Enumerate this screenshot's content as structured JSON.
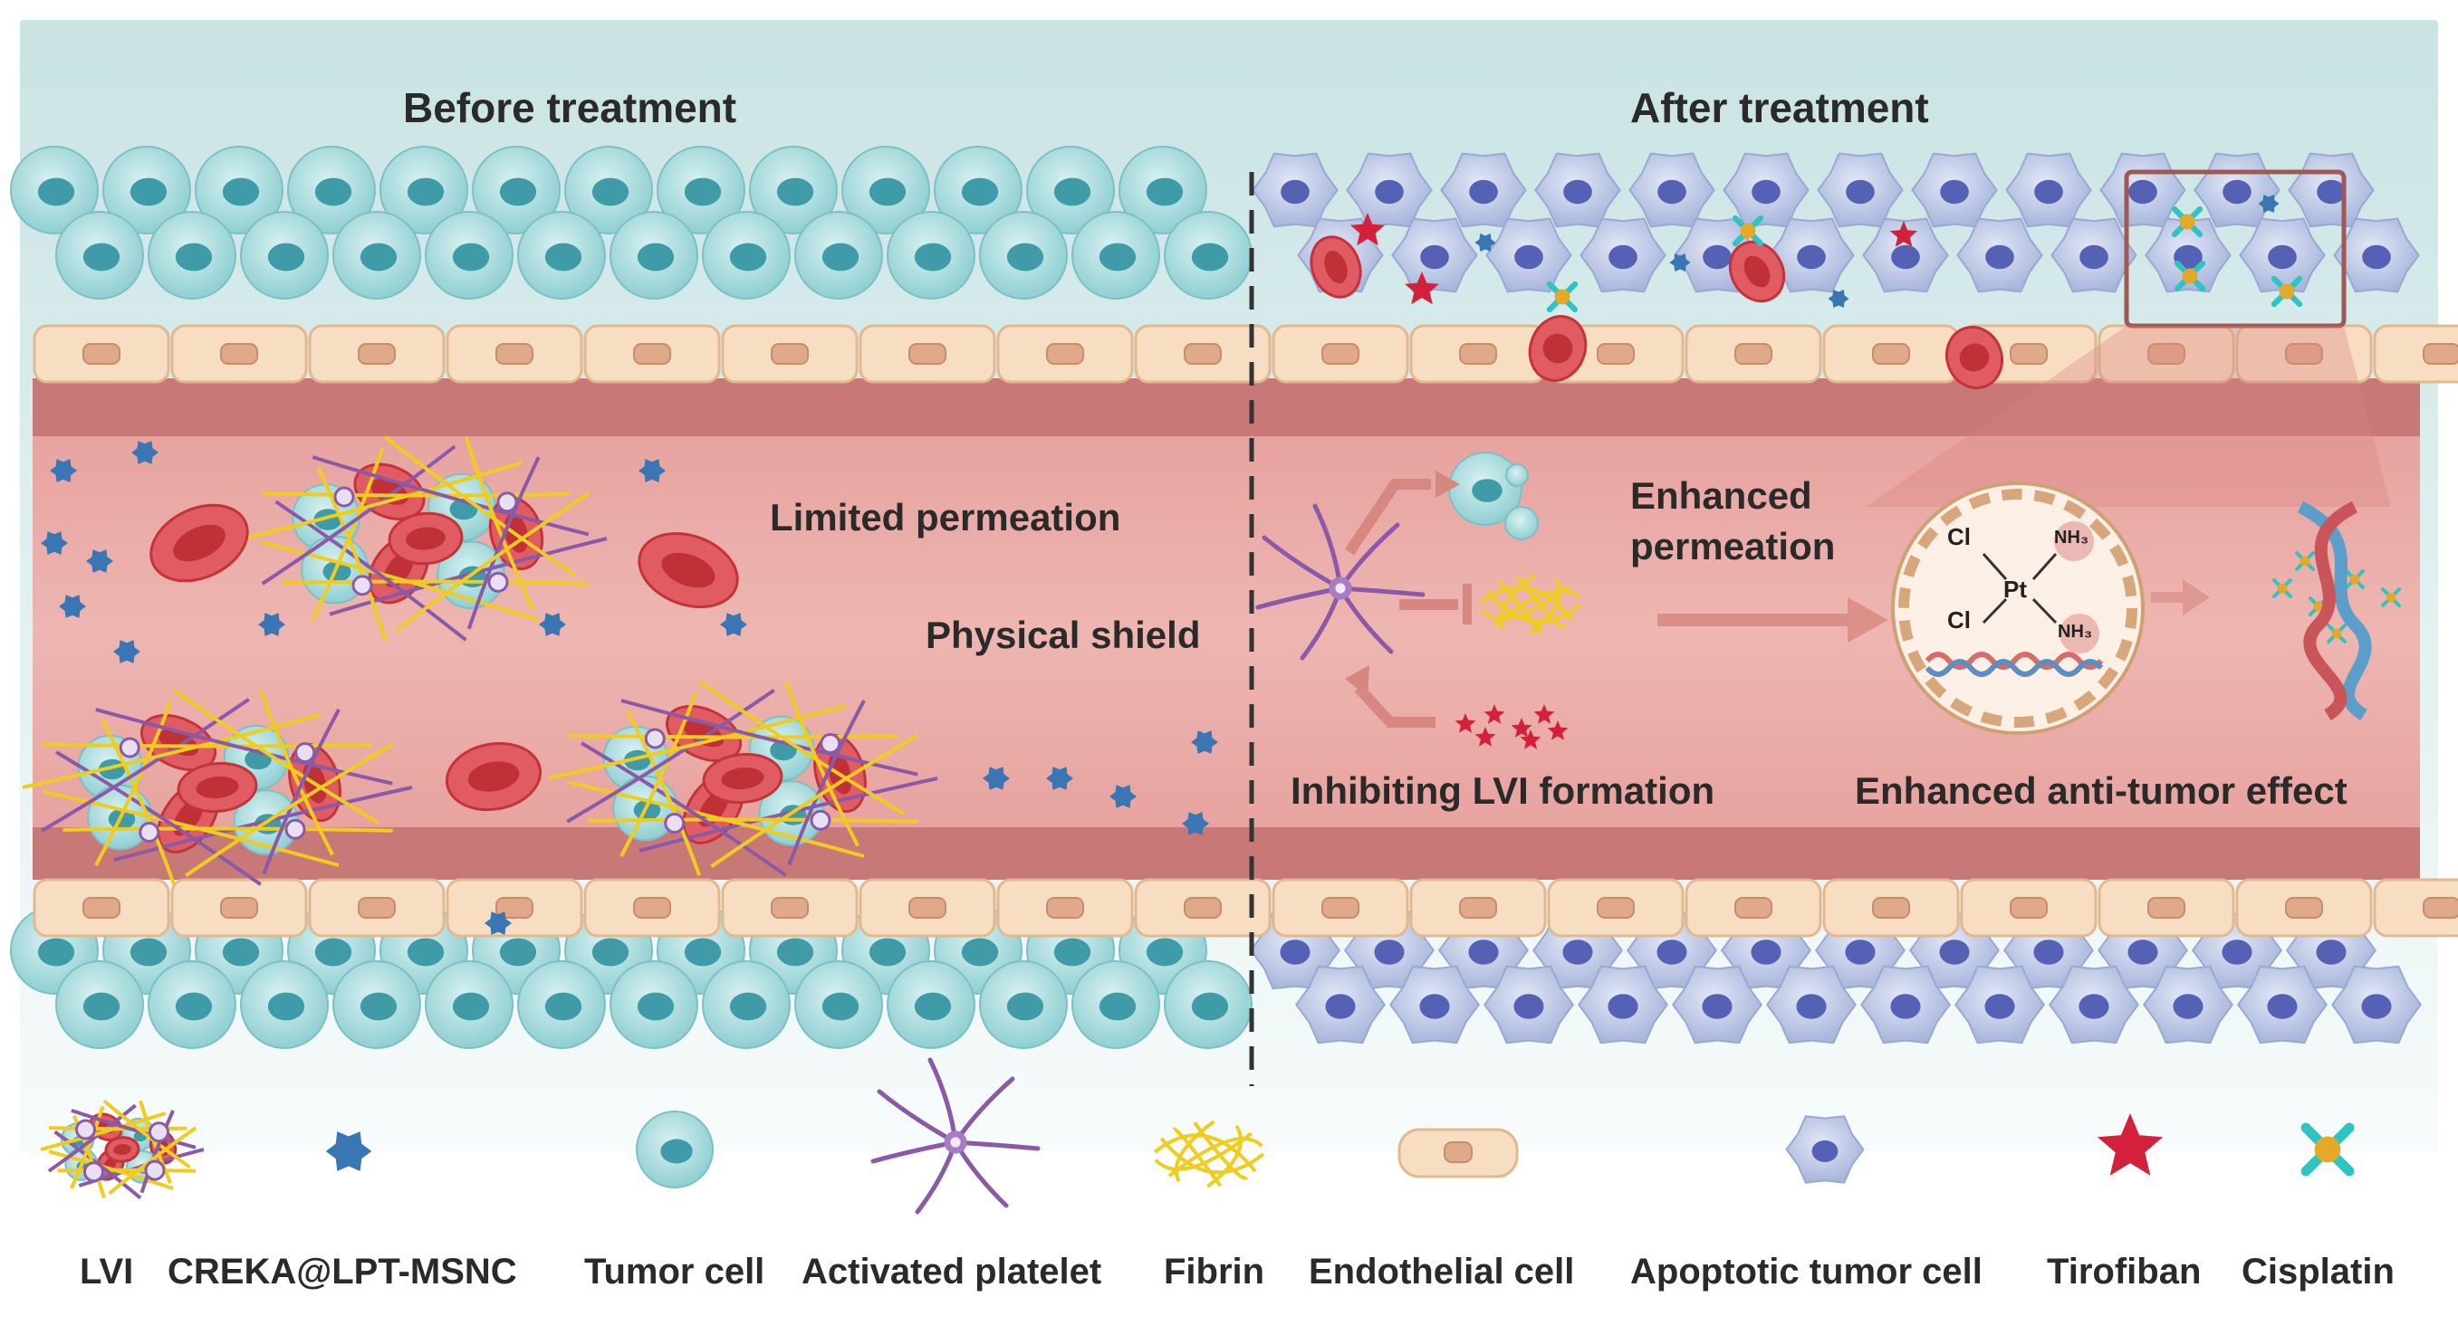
{
  "panels": {
    "before_title": "Before treatment",
    "after_title": "After treatment"
  },
  "annotations": {
    "limited_permeation": "Limited permeation",
    "physical_shield": "Physical shield",
    "enhanced_permeation_line1": "Enhanced",
    "enhanced_permeation_line2": "permeation",
    "inhibiting_lvi": "Inhibiting LVI formation",
    "enhanced_antitumor": "Enhanced anti-tumor effect"
  },
  "cisplatin_structure": {
    "cl_top": "Cl",
    "cl_bottom": "Cl",
    "pt": "Pt",
    "nh3_top": "NH₃",
    "nh3_bottom": "NH₃"
  },
  "legend": [
    {
      "label": "LVI",
      "icon": "lvi-cluster-icon"
    },
    {
      "label": "CREKA@LPT-MSNC",
      "icon": "nanoparticle-icon"
    },
    {
      "label": "Tumor cell",
      "icon": "tumor-cell-icon"
    },
    {
      "label": "Activated platelet",
      "icon": "activated-platelet-icon"
    },
    {
      "label": "Fibrin",
      "icon": "fibrin-icon"
    },
    {
      "label": "Endothelial cell",
      "icon": "endothelial-cell-icon"
    },
    {
      "label": "Apoptotic tumor cell",
      "icon": "apoptotic-cell-icon"
    },
    {
      "label": "Tirofiban",
      "icon": "tirofiban-star-icon"
    },
    {
      "label": "Cisplatin",
      "icon": "cisplatin-icon"
    }
  ],
  "colors": {
    "background_top": "#cfe6e6",
    "vessel_wall": "#c97b7b",
    "vessel_lumen": "#e8a9a6",
    "tumor_cell": "#9fd6d8",
    "tumor_nucleus": "#3e9aa6",
    "apoptotic_cell": "#b8c3e2",
    "apoptotic_nucleus": "#5660b8",
    "red_blood_cell": "#d9464c",
    "endothelial": "#f6dcc0",
    "fibrin": "#f0cc1e",
    "platelet": "#8a5aa8",
    "nanoparticle": "#3a76b4",
    "tirofiban": "#d4213b",
    "cisplatin_core": "#e4a928",
    "cisplatin_arms": "#2ec4c4",
    "arrow": "#d6877f"
  }
}
